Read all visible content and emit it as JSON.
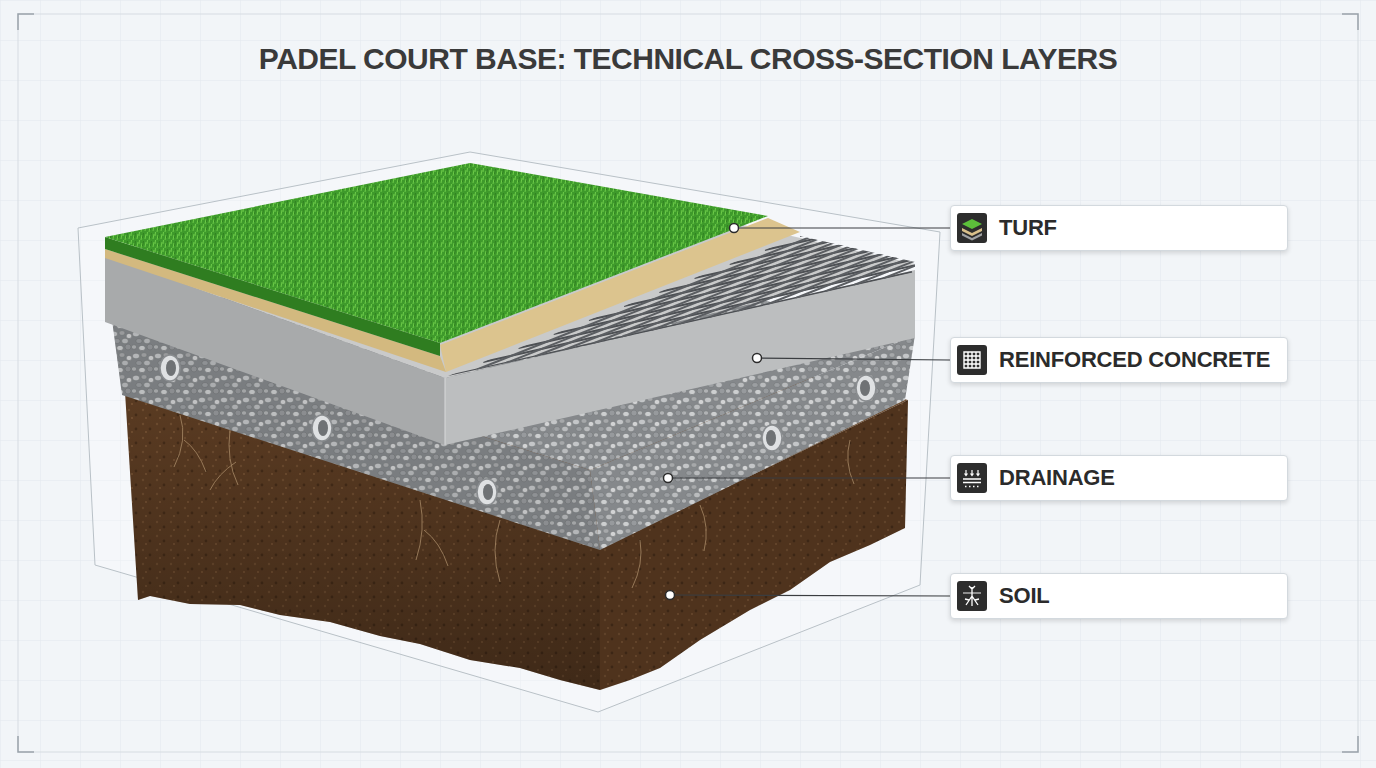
{
  "diagram": {
    "title": "PADEL COURT BASE: TECHNICAL CROSS-SECTION LAYERS",
    "nodes": [
      {
        "text": [
          "TURF"
        ]
      },
      {
        "text": [
          "REINFORCED CONCRETE"
        ]
      },
      {
        "text": [
          "DRAINAGE"
        ]
      },
      {
        "text": [
          "SOIL"
        ]
      }
    ]
  }
}
